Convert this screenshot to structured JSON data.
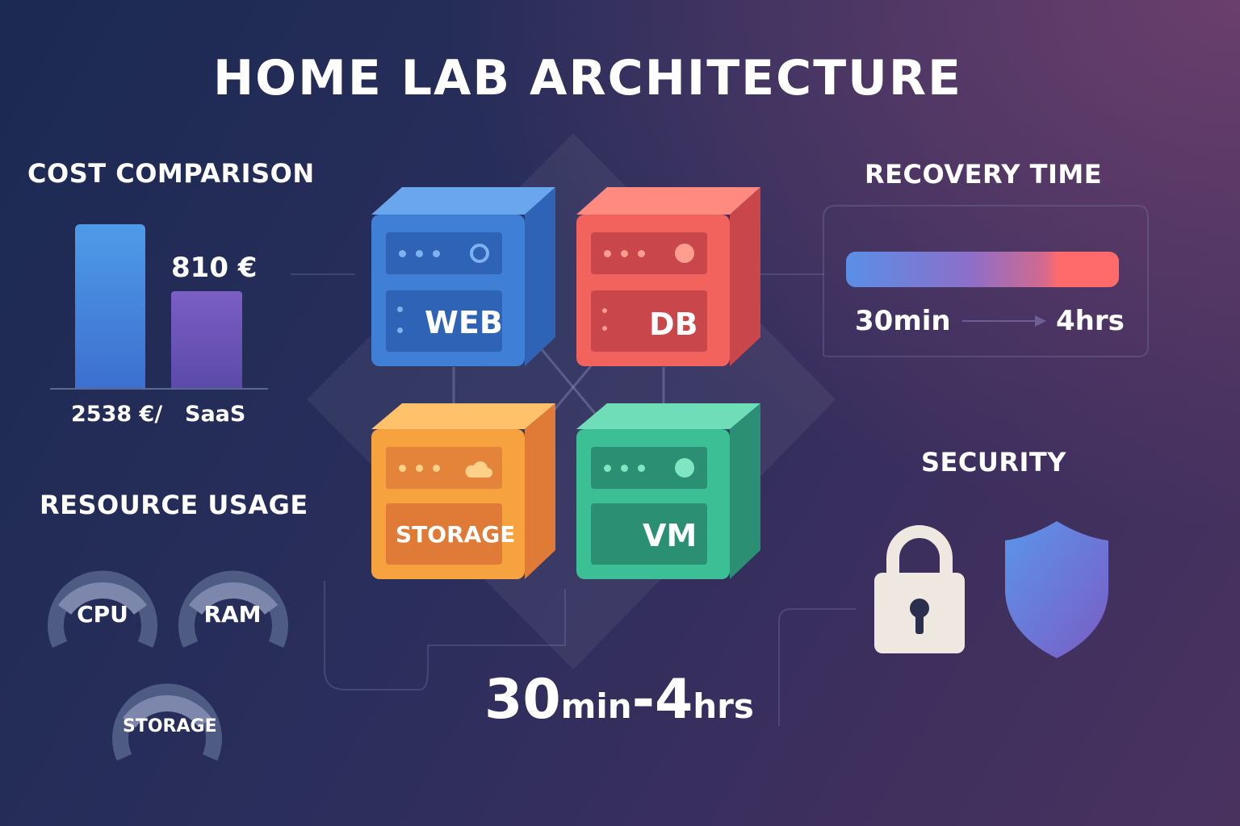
{
  "title": "HOME LAB ARCHITECTURE",
  "cost_comparison": {
    "heading": "COST COMPARISON",
    "bars": [
      {
        "category": "2538 €/",
        "value_label": "",
        "color": "#4a86e0"
      },
      {
        "category": "SaaS",
        "value_label": "810 €",
        "color": "#6a54b8"
      }
    ]
  },
  "resource_usage": {
    "heading": "RESOURCE USAGE",
    "gauges": [
      {
        "label": "CPU"
      },
      {
        "label": "RAM"
      },
      {
        "label": "STORAGE"
      }
    ]
  },
  "servers": [
    {
      "label": "WEB",
      "color": "#3f7fd6",
      "accent": "#2f63b5"
    },
    {
      "label": "DB",
      "color": "#f2635e",
      "accent": "#c9464a"
    },
    {
      "label": "STORAGE",
      "color": "#f5a23f",
      "accent": "#df7a37"
    },
    {
      "label": "VM",
      "color": "#3cbf94",
      "accent": "#2b8f73"
    }
  ],
  "recovery": {
    "heading": "RECOVERY TIME",
    "from": "30min",
    "to": "4hrs",
    "big": {
      "num1": "30",
      "unit1": "min",
      "sep": "-",
      "num2": "4",
      "unit2": "hrs"
    }
  },
  "security": {
    "heading": "SECURITY",
    "icons": [
      "padlock-icon",
      "shield-icon"
    ]
  }
}
